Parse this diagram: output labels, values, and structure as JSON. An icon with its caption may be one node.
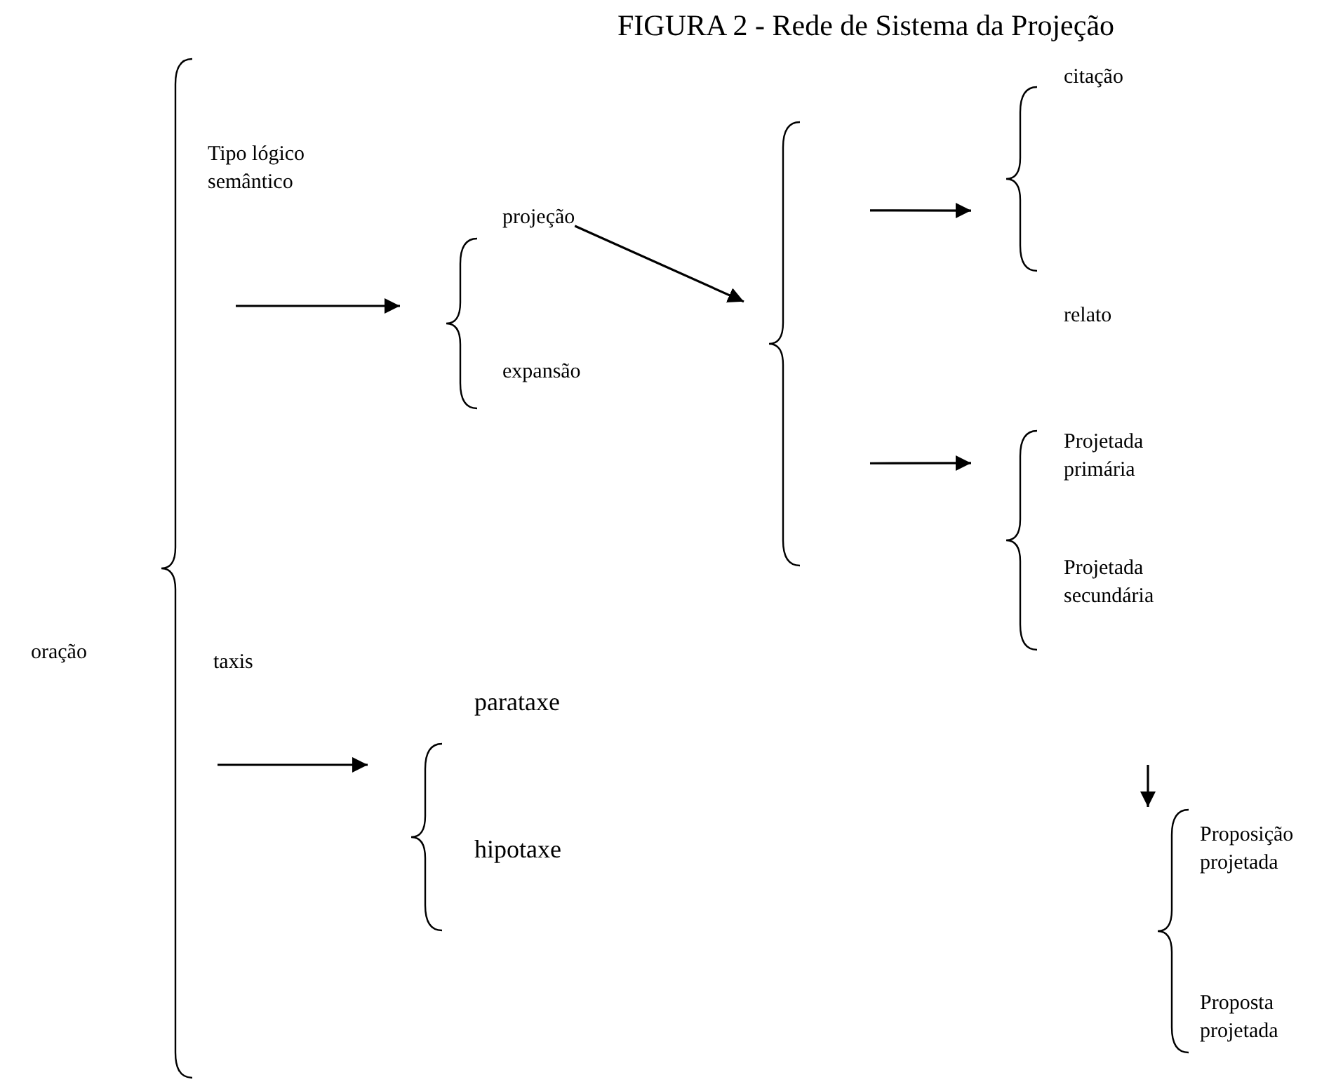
{
  "diagram": {
    "title": "FIGURA 2 - Rede de Sistema da Projeção",
    "nodes": [
      {
        "text": [
          "oração"
        ]
      },
      {
        "text": [],
        "shape": "brace"
      },
      {
        "text": [
          "Tipo lógico semântico"
        ]
      },
      {
        "text": [],
        "shape": "brace"
      },
      {
        "text": [
          "projeção"
        ]
      },
      {
        "text": [
          "expansão"
        ]
      },
      {
        "text": [],
        "shape": "brace"
      },
      {
        "text": [],
        "shape": "brace"
      },
      {
        "text": [
          "citação"
        ]
      },
      {
        "text": [
          "relato"
        ]
      },
      {
        "text": [],
        "shape": "brace"
      },
      {
        "text": [
          "Projetada primária"
        ]
      },
      {
        "text": [
          "Projetada secundária"
        ]
      },
      {
        "text": [
          "taxis"
        ]
      },
      {
        "text": [],
        "shape": "brace"
      },
      {
        "text": [
          "parataxe"
        ]
      },
      {
        "text": [
          "hipotaxe"
        ]
      },
      {
        "text": [],
        "shape": "brace"
      },
      {
        "text": [
          "Proposição projetada"
        ]
      },
      {
        "text": [
          "Proposta projetada"
        ]
      }
    ],
    "edges": [
      {
        "from": null,
        "to": 3,
        "arrow": "to"
      },
      {
        "from": 4,
        "to": 6,
        "arrow": "to"
      },
      {
        "from": 6,
        "to": 7,
        "arrow": "to"
      },
      {
        "from": 6,
        "to": 10,
        "arrow": "to"
      },
      {
        "from": null,
        "to": 14,
        "arrow": "to"
      },
      {
        "from": null,
        "to": 17,
        "arrow": "to"
      }
    ]
  }
}
